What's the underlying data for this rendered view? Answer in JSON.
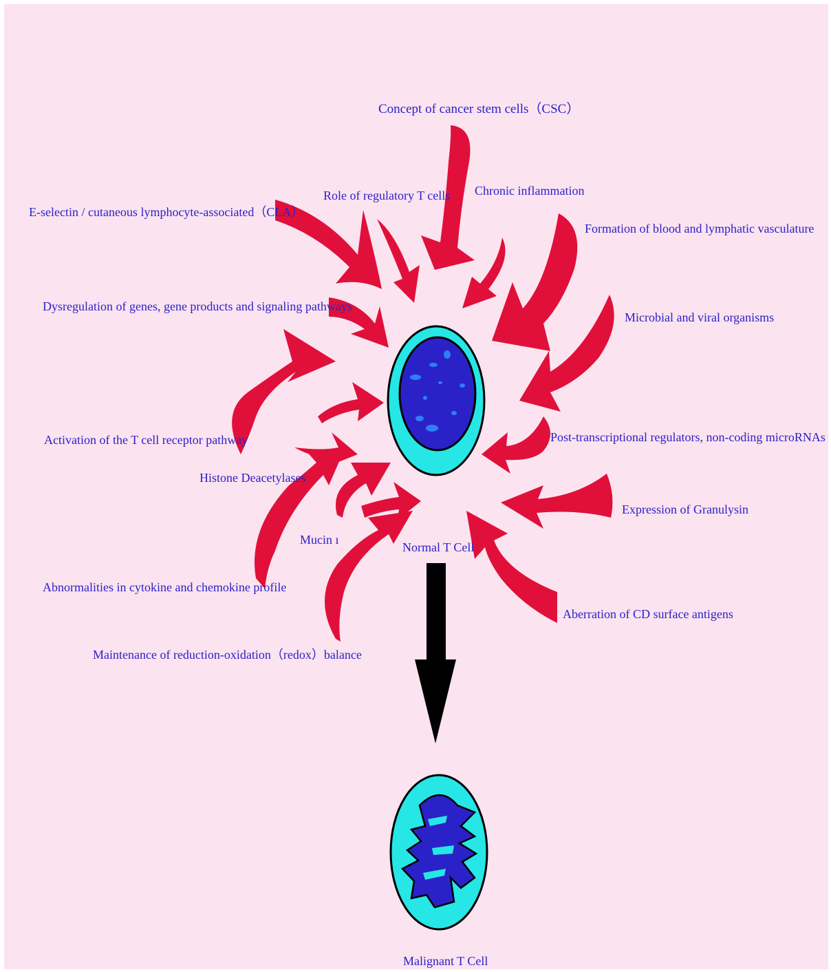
{
  "colors": {
    "background": "#fce3f0",
    "arrow_red": "#e0103a",
    "arrow_black": "#000000",
    "label_blue": "#2b22c8",
    "cell_cyan": "#27e6e6",
    "nucleus_blue": "#2a22c8",
    "cell_outline": "#000000"
  },
  "factors": [
    {
      "id": "csc",
      "label": "Concept of cancer stem cells（CSC）"
    },
    {
      "id": "treg",
      "label": "Role of regulatory T cells"
    },
    {
      "id": "inflammation",
      "label": "Chronic inflammation"
    },
    {
      "id": "cla",
      "label": "E-selectin / cutaneous lymphocyte-associated（CLA）"
    },
    {
      "id": "vasculature",
      "label": "Formation of blood and lymphatic vasculature"
    },
    {
      "id": "dysregulation",
      "label": "Dysregulation of genes, gene products and signaling pathways"
    },
    {
      "id": "microbial",
      "label": "Microbial and viral organisms"
    },
    {
      "id": "tcr",
      "label": "Activation of the T cell receptor pathway"
    },
    {
      "id": "microrna",
      "label": "Post-transcriptional regulators, non-coding microRNAs"
    },
    {
      "id": "hdac",
      "label": "Histone Deacetylases"
    },
    {
      "id": "granulysin",
      "label": "Expression of Granulysin"
    },
    {
      "id": "mucin",
      "label": "Mucin ı"
    },
    {
      "id": "cytokine",
      "label": "Abnormalities in cytokine and chemokine profile"
    },
    {
      "id": "cd",
      "label": "Aberration of CD surface antigens"
    },
    {
      "id": "redox",
      "label": "Maintenance of reduction-oxidation（redox）balance"
    }
  ],
  "normal_cell": {
    "label": "Normal T Cell"
  },
  "malignant_cell": {
    "label": "Malignant T Cell"
  },
  "transition_arrow": {
    "icon": "down-arrow-icon"
  }
}
